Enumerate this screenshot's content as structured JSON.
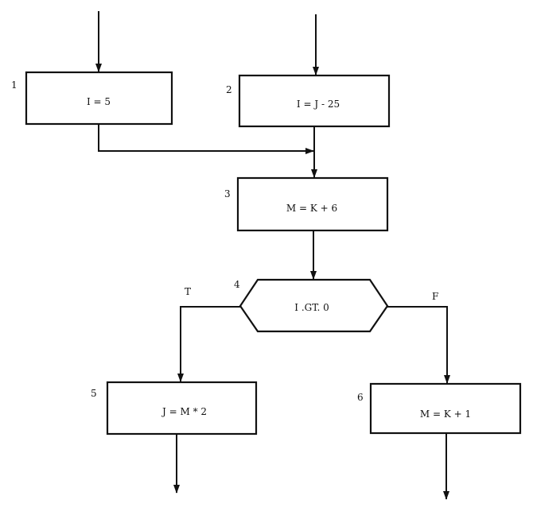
{
  "nodes": [
    {
      "id": "1",
      "text": "I = 5"
    },
    {
      "id": "2",
      "text": "I = J - 25"
    },
    {
      "id": "3",
      "text": "M = K + 6"
    },
    {
      "id": "4",
      "text": "I .GT. 0"
    },
    {
      "id": "5",
      "text": "J = M * 2"
    },
    {
      "id": "6",
      "text": "M = K + 1"
    }
  ],
  "branches": {
    "true_label": "T",
    "false_label": "F"
  }
}
